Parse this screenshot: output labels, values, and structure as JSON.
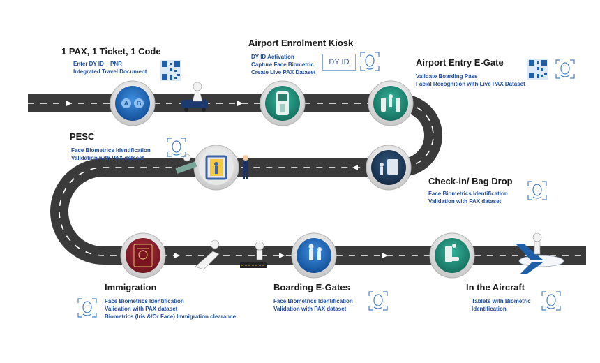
{
  "stages": {
    "ticket": {
      "title": "1 PAX, 1 Ticket, 1 Code",
      "lines": [
        "Enter DY ID + PNR",
        "Integrated Travel Document"
      ]
    },
    "kiosk": {
      "title": "Airport Enrolment Kiosk",
      "lines": [
        "DY ID Activation",
        "Capture Face Biometric",
        "Create Live PAX Dataset"
      ],
      "badge": "DY ID"
    },
    "entry": {
      "title": "Airport Entry E-Gate",
      "lines": [
        "Validate Boarding Pass",
        "Facial Recognition with Live PAX Dataset"
      ]
    },
    "pesc": {
      "title": "PESC",
      "lines": [
        "Face Biometrics Identification",
        "Validation with PAX dataset"
      ]
    },
    "checkin": {
      "title": "Check-in/ Bag Drop",
      "lines": [
        "Face Biometrics Identification",
        "Validation with PAX dataset"
      ]
    },
    "immigration": {
      "title": "Immigration",
      "lines": [
        "Face Biometrics Identification",
        "Validation with PAX dataset",
        "Biometrics (Iris &/Or Face) Immigration clearance"
      ]
    },
    "boarding": {
      "title": "Boarding E-Gates",
      "lines": [
        "Face Biometrics Identification",
        "Validation with PAX dataset"
      ]
    },
    "aircraft": {
      "title": "In the Aircraft",
      "lines": [
        "Tablets with Biometric",
        "Identification"
      ]
    }
  },
  "node_icons": [
    "ab-icon",
    "kiosk-icon",
    "egate-icon",
    "security-scanner-icon",
    "bag-drop-icon",
    "passport-icon",
    "boarding-gate-icon",
    "aircraft-seat-icon"
  ],
  "colors": {
    "road": "#3a3a3a",
    "lane_marking": "#ffffff",
    "node_blue": "#1f6fc4",
    "node_teal": "#1f8f7a",
    "node_navy": "#1d3a5c",
    "node_red": "#8b1f2a",
    "text_blue": "#1f4e9c"
  }
}
